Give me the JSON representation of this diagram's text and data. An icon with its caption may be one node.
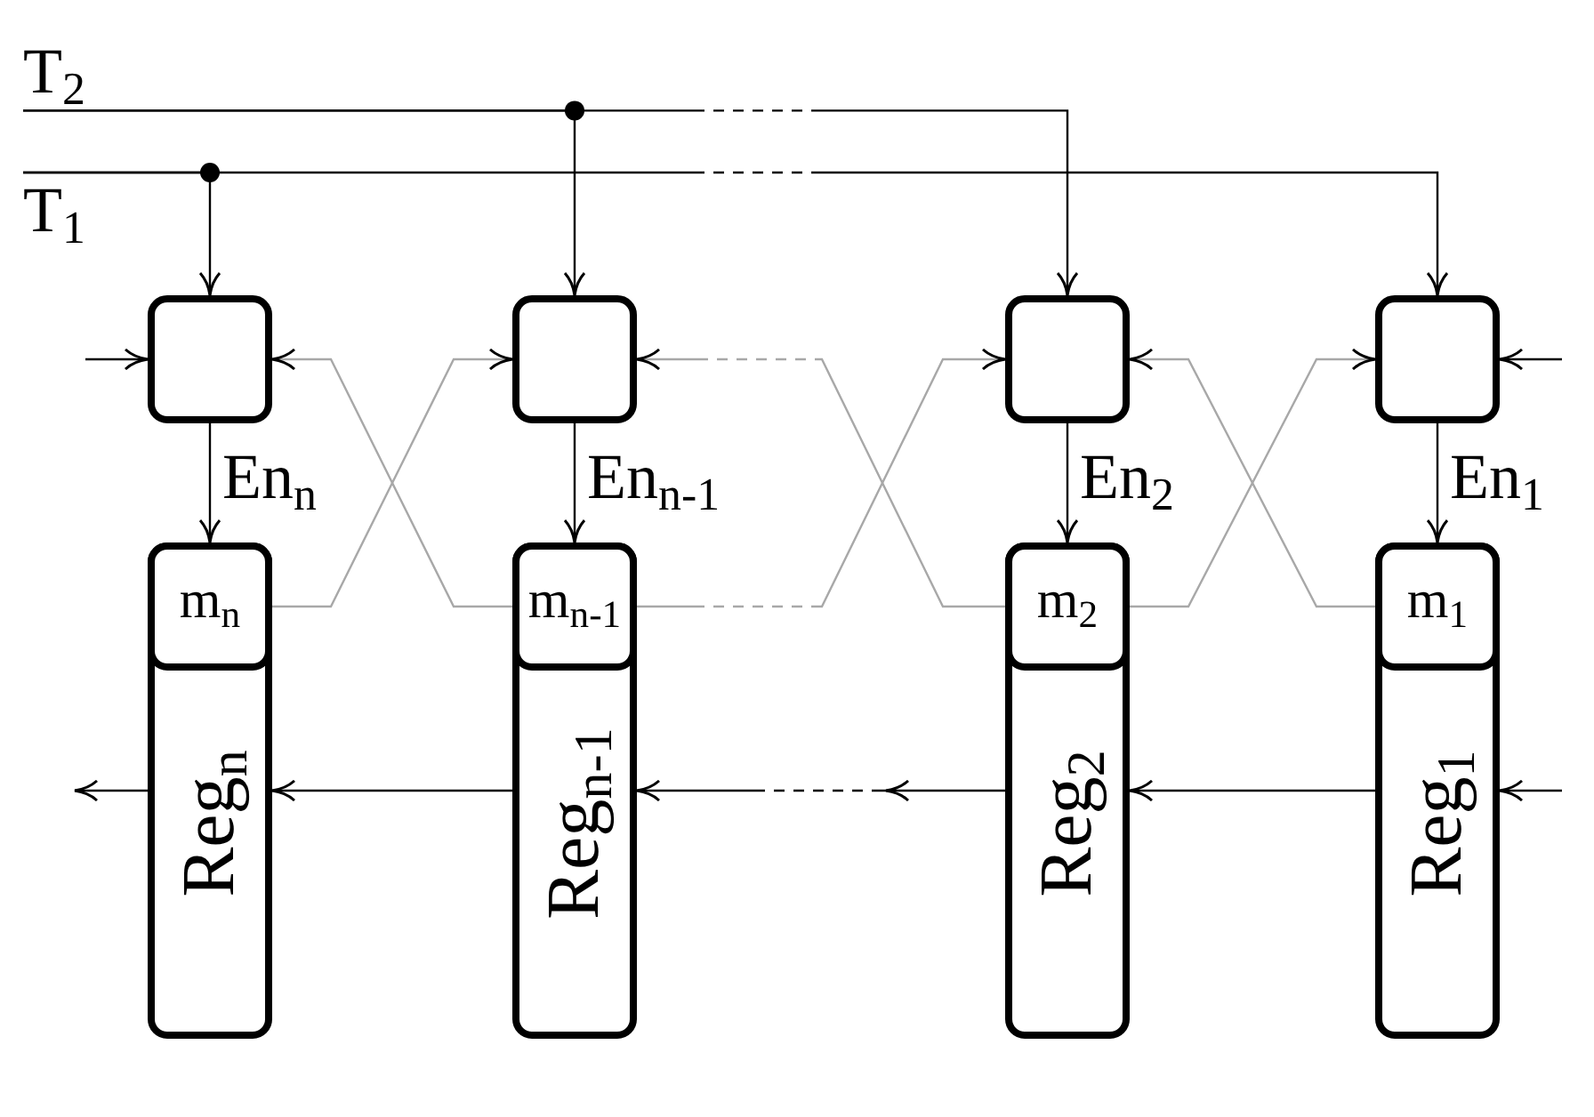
{
  "diagram": {
    "nodes": [
      {
        "text": [
          "T$_{2}$"
        ]
      },
      {
        "text": [
          "T$_{1}$"
        ]
      },
      {
        "text": [],
        "shape": "box"
      },
      {
        "text": [
          "Reg$_{n}$"
        ]
      },
      {
        "text": [
          "m$_{n}$"
        ],
        "in": 3
      },
      {
        "text": [],
        "shape": "box"
      },
      {
        "text": [
          "Reg$_{n-1}$"
        ]
      },
      {
        "text": [
          "m$_{n-1}$"
        ],
        "in": 6
      },
      {
        "text": [],
        "shape": "box"
      },
      {
        "text": [
          "Reg$_{2}$"
        ]
      },
      {
        "text": [
          "m$_{2}$"
        ],
        "in": 9
      },
      {
        "text": [],
        "shape": "box"
      },
      {
        "text": [
          "Reg$_{1}$"
        ]
      },
      {
        "text": [
          "m$_{1}$"
        ],
        "in": 12
      }
    ],
    "edges": [
      {
        "from": 1,
        "to": 2,
        "arrow": "to"
      },
      {
        "from": 0,
        "to": 5,
        "arrow": "to"
      },
      {
        "from": 0,
        "to": 8,
        "arrow": "to",
        "style": "dashed"
      },
      {
        "from": 1,
        "to": 11,
        "arrow": "to",
        "style": "dashed"
      },
      {
        "from": null,
        "to": 2,
        "arrow": "to"
      },
      {
        "from": 2,
        "to": 4,
        "arrow": "to",
        "label": "En$_{n}$"
      },
      {
        "from": 5,
        "to": 7,
        "arrow": "to",
        "label": "En$_{n-1}$"
      },
      {
        "from": 8,
        "to": 10,
        "arrow": "to",
        "label": "En$_{2}$"
      },
      {
        "from": 11,
        "to": 13,
        "arrow": "to",
        "label": "En$_{1}$"
      },
      {
        "from": 7,
        "to": 2,
        "arrow": "to",
        "color": "#a8a8a8"
      },
      {
        "from": 4,
        "to": 5,
        "arrow": "to",
        "color": "#a8a8a8"
      },
      {
        "from": 10,
        "to": 5,
        "arrow": "to",
        "style": "dashed",
        "color": "#a8a8a8"
      },
      {
        "from": 7,
        "to": 8,
        "arrow": "to",
        "style": "dashed",
        "color": "#a8a8a8"
      },
      {
        "from": 13,
        "to": 8,
        "arrow": "to",
        "color": "#a8a8a8"
      },
      {
        "from": 10,
        "to": 11,
        "arrow": "to",
        "color": "#a8a8a8"
      },
      {
        "from": null,
        "to": 11,
        "arrow": "to"
      },
      {
        "from": null,
        "to": 12,
        "arrow": "to"
      },
      {
        "from": 12,
        "to": 9,
        "arrow": "to"
      },
      {
        "from": 9,
        "to": 6,
        "arrow": "to",
        "style": "dashed"
      },
      {
        "from": 6,
        "to": 3,
        "arrow": "to"
      },
      {
        "from": 3,
        "to": null,
        "arrow": "to"
      }
    ]
  }
}
